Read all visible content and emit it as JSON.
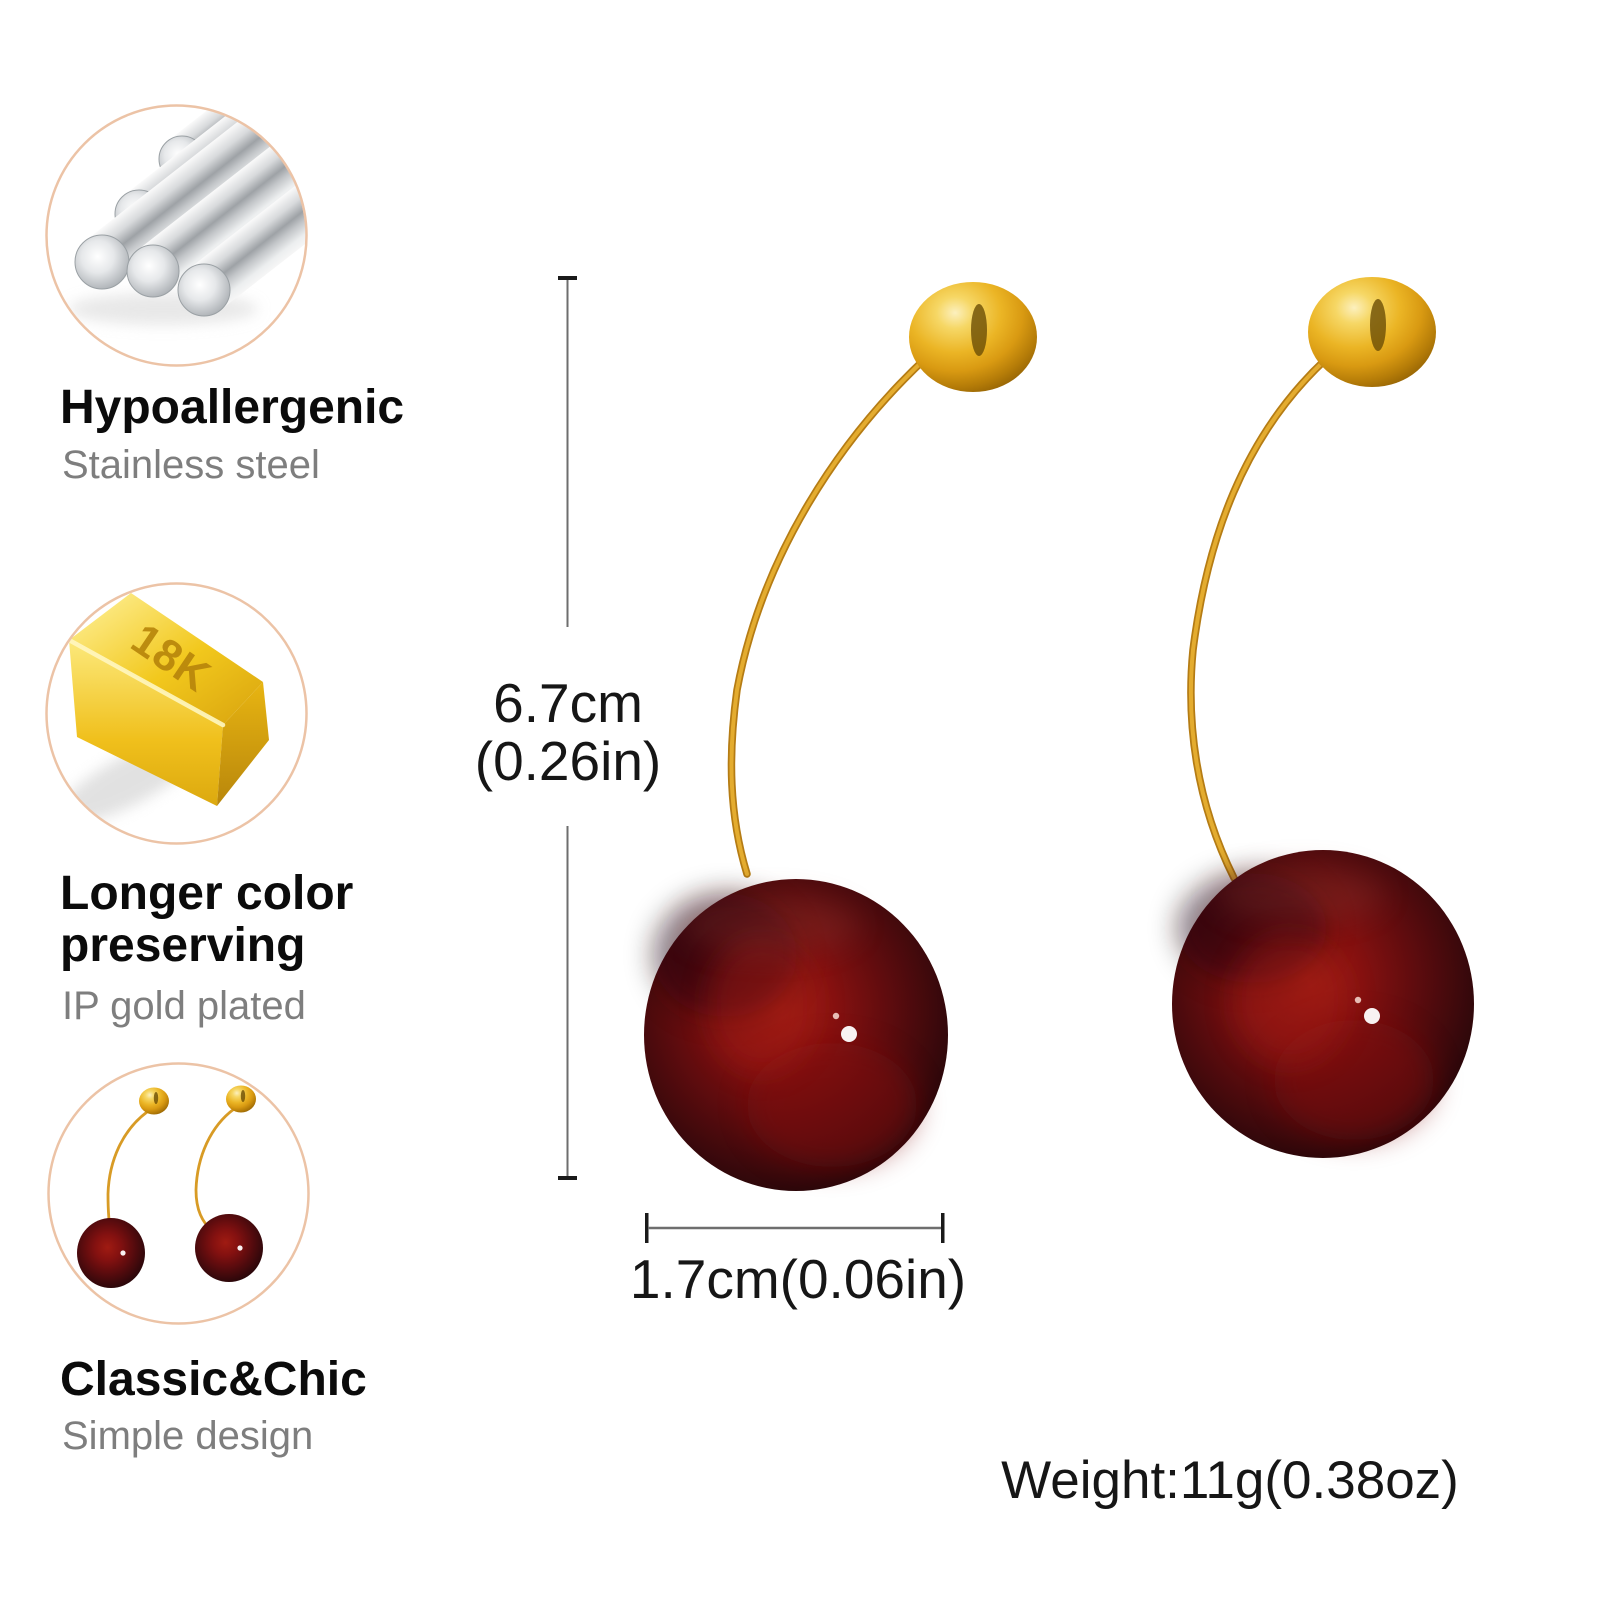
{
  "features": [
    {
      "title": "Hypoallergenic",
      "subtitle": "Stainless steel",
      "icon": "steel-rods"
    },
    {
      "title": "Longer color preserving",
      "subtitle": "IP gold plated",
      "icon": "gold-bar",
      "engraving": "18K"
    },
    {
      "title": "Classic&Chic",
      "subtitle": "Simple design",
      "icon": "mini-earrings"
    }
  ],
  "measurements": {
    "height_primary": "6.7cm",
    "height_secondary": "(0.26in)",
    "width_label": "1.7cm(0.06in)",
    "weight_label": "Weight:11g(0.38oz)"
  },
  "colors": {
    "circle_border": "#ECC3A6",
    "gold_wire": "#D89B25",
    "gold_ball_mid": "#EBB525",
    "cherry_deep_red": "#5E0B0A",
    "title_text": "#0b0b0b",
    "subtitle_text": "#7e7e7e",
    "measure_line": "#6E6E6E",
    "measure_tick": "#1a1a1a"
  }
}
